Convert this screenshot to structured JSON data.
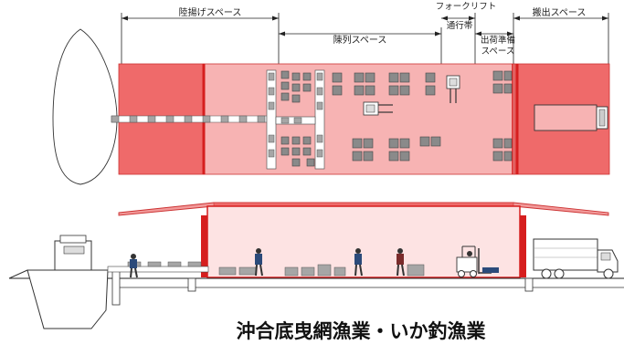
{
  "labels": {
    "landing_space": "陸揚げスペース",
    "display_space": "陳列スペース",
    "forklift_passage_1": "フォークリフト",
    "forklift_passage_2": "通行帯",
    "shipping_prep_1": "出荷準備",
    "shipping_prep_2": "スペース",
    "loading_out_space": "搬出スペース"
  },
  "caption": "沖合底曳網漁業・いか釣漁業",
  "colors": {
    "zone_dark": "#ef6a6a",
    "zone_light": "#f7b3b3",
    "zone_red_line": "#d61e1e",
    "roof_fill": "#f29a9a",
    "pallet": "#8a8a8a",
    "outline": "#222222"
  }
}
